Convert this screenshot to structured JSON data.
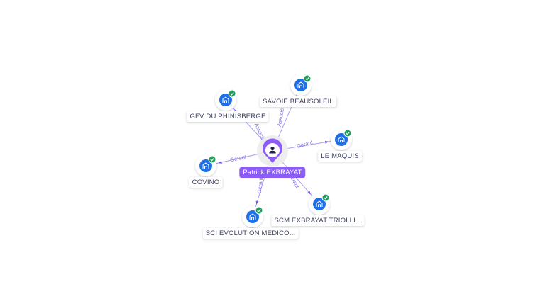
{
  "center": {
    "label": "Patrick EXBRAYAT",
    "icon": "person-icon",
    "color": "#8b5cf6"
  },
  "colors": {
    "company": "#1e6fe8",
    "verified": "#1e9e5a",
    "edge": "#a79ff0",
    "edge_text": "#7c6cf0"
  },
  "companies": [
    {
      "id": "gfv",
      "label": "GFV DU PHINISBERGE",
      "relation": "Associé",
      "verified": true
    },
    {
      "id": "savoie",
      "label": "SAVOIE BEAUSOLEIL",
      "relation": "Associé",
      "verified": true
    },
    {
      "id": "maquis",
      "label": "LE MAQUIS",
      "relation": "Gérant",
      "verified": true
    },
    {
      "id": "covino",
      "label": "COVINO",
      "relation": "Gérant",
      "verified": true
    },
    {
      "id": "scm",
      "label": "SCM EXBRAYAT TRIOLLI...",
      "relation": "Gérant",
      "verified": true
    },
    {
      "id": "sci",
      "label": "SCI EVOLUTION MEDICO...",
      "relation": "Gérant",
      "verified": true
    }
  ]
}
